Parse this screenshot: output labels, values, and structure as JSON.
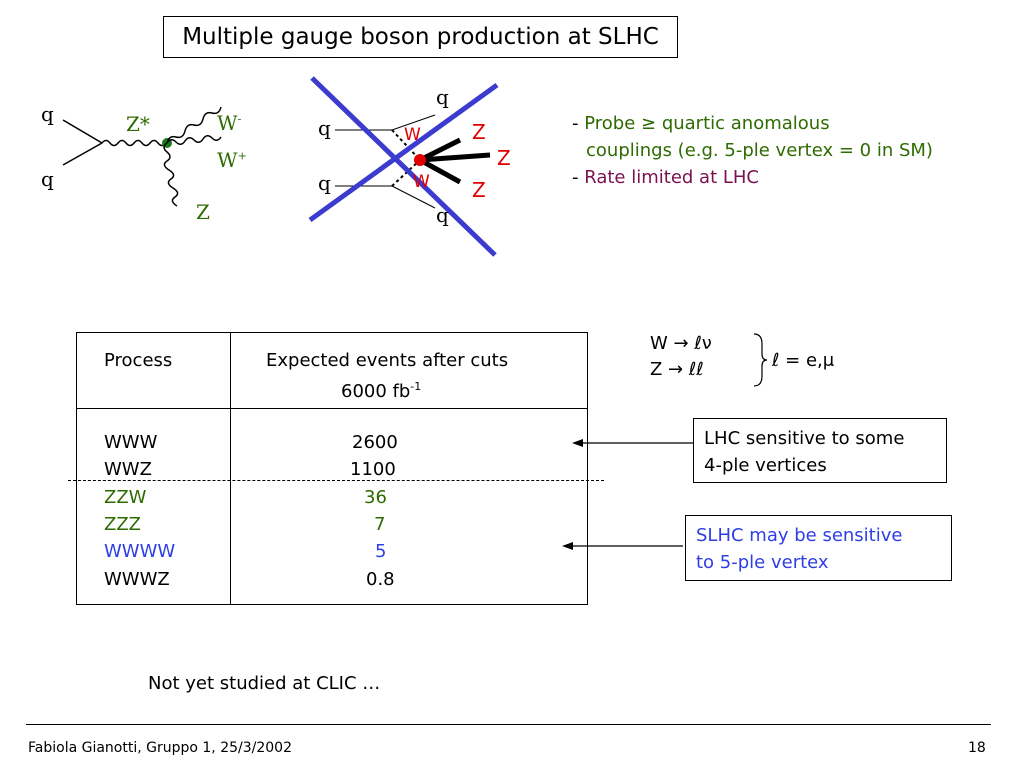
{
  "title": "Multiple gauge boson production at SLHC",
  "diagram1": {
    "q_top": "q",
    "q_bottom": "q",
    "z_star": "Z*",
    "w_minus": "W",
    "w_minus_sup": "-",
    "w_plus": "W",
    "w_plus_sup": "+",
    "z": "Z"
  },
  "diagram2": {
    "q_top": "q",
    "q_left_top": "q",
    "q_left_bottom": "q",
    "q_bottom": "q",
    "w_top": "W",
    "w_bottom": "W",
    "z1": "Z",
    "z2": "Z",
    "z3": "Z"
  },
  "bullets": {
    "dash1": "-",
    "line1": "Probe ≥ quartic anomalous",
    "line2": "couplings (e.g. 5-ple vertex = 0 in SM)",
    "dash2": "-",
    "line3": "Rate limited at LHC"
  },
  "decays": {
    "w": "W → ℓν",
    "z": "Z → ℓℓ",
    "lepton": "ℓ = e,μ"
  },
  "table": {
    "header_process": "Process",
    "header_events": "Expected events after cuts",
    "header_lumi": "6000 fb",
    "header_lumi_sup": "-1",
    "rows": [
      {
        "process": "WWW",
        "events": "2600"
      },
      {
        "process": "WWZ",
        "events": "1100"
      },
      {
        "process": "ZZW",
        "events": "36"
      },
      {
        "process": "ZZZ",
        "events": "7"
      },
      {
        "process": "WWWW",
        "events": "5"
      },
      {
        "process": "WWWZ",
        "events": "0.8"
      }
    ]
  },
  "colors": {
    "green": "#2e6b00",
    "blue": "#2e3ee6",
    "red": "#e00000",
    "cross": "#3b3bd0"
  },
  "notes": {
    "lhc_line1": "LHC sensitive to some",
    "lhc_line2": "4-ple vertices",
    "slhc_line1": "SLHC may be sensitive",
    "slhc_line2": "to 5-ple vertex"
  },
  "clic_note": "Not yet studied at CLIC …",
  "footer": {
    "author": "Fabiola Gianotti,  Gruppo 1, 25/3/2002",
    "page": "18"
  }
}
